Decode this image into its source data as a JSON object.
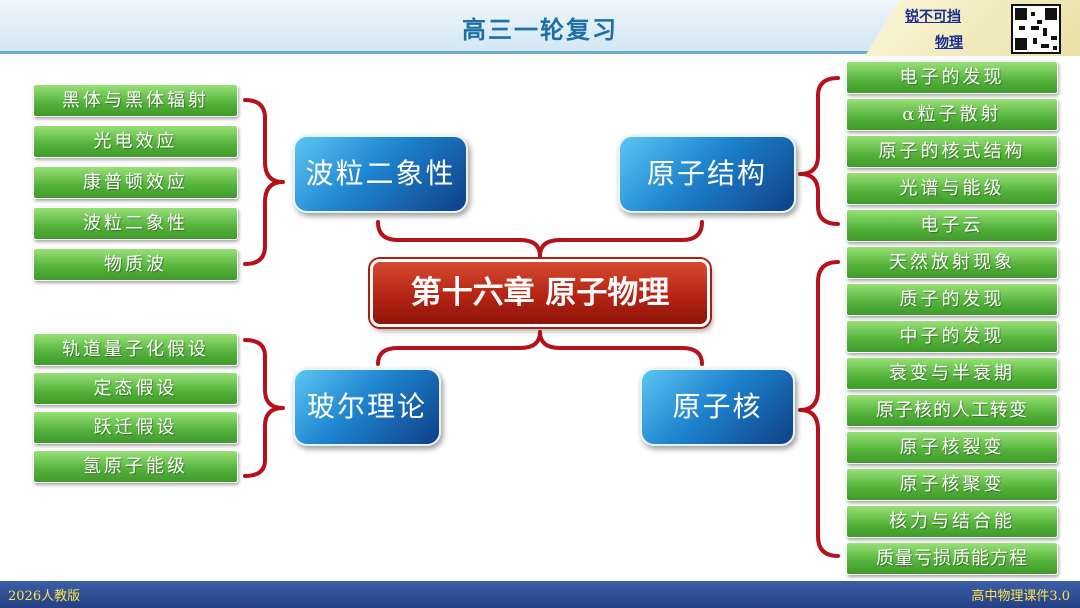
{
  "header": {
    "title": "高三一轮复习",
    "badge_line1": "锐不可挡",
    "badge_line2": "物理"
  },
  "center": {
    "label": "第十六章 原子物理"
  },
  "branches": {
    "wave": {
      "label": "波粒二象性",
      "items": [
        "黑体与黑体辐射",
        "光电效应",
        "康普顿效应",
        "波粒二象性",
        "物质波"
      ]
    },
    "bohr": {
      "label": "玻尔理论",
      "items": [
        "轨道量子化假设",
        "定态假设",
        "跃迁假设",
        "氢原子能级"
      ]
    },
    "structure": {
      "label": "原子结构",
      "items": [
        "电子的发现",
        "α粒子散射",
        "原子的核式结构",
        "光谱与能级",
        "电子云"
      ]
    },
    "nucleus": {
      "label": "原子核",
      "items": [
        "天然放射现象",
        "质子的发现",
        "中子的发现",
        "衰变与半衰期",
        "原子核的人工转变",
        "原子核裂变",
        "原子核聚变",
        "核力与结合能",
        "质量亏损质能方程"
      ]
    }
  },
  "footer": {
    "left": "2026人教版",
    "right": "高中物理课件3.0"
  },
  "colors": {
    "leaf": "#53b23a",
    "node": "#1e84cf",
    "center": "#b62414",
    "brace": "#b5121b"
  }
}
